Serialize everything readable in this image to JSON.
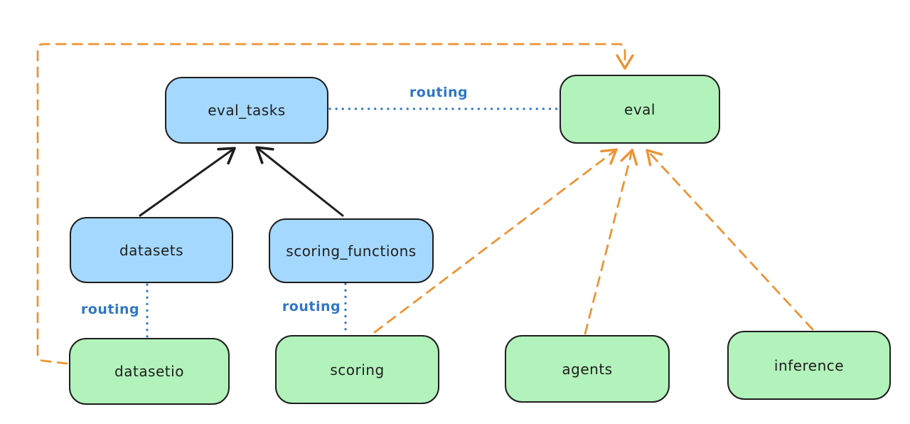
{
  "diagram": {
    "kind": "architecture-diagram",
    "nodes": {
      "eval_tasks": {
        "label": "eval_tasks",
        "color": "blue"
      },
      "eval": {
        "label": "eval",
        "color": "green"
      },
      "datasets": {
        "label": "datasets",
        "color": "blue"
      },
      "scoring_functions": {
        "label": "scoring_functions",
        "color": "blue"
      },
      "datasetio": {
        "label": "datasetio",
        "color": "green"
      },
      "scoring": {
        "label": "scoring",
        "color": "green"
      },
      "agents": {
        "label": "agents",
        "color": "green"
      },
      "inference": {
        "label": "inference",
        "color": "green"
      }
    },
    "edge_labels": {
      "routing_top": "routing",
      "routing_left": "routing",
      "routing_middle": "routing"
    },
    "edges": [
      {
        "from": "datasets",
        "to": "eval_tasks",
        "style": "solid",
        "color": "black",
        "arrow": true
      },
      {
        "from": "scoring_functions",
        "to": "eval_tasks",
        "style": "solid",
        "color": "black",
        "arrow": true
      },
      {
        "from": "eval_tasks",
        "to": "eval",
        "style": "dotted",
        "color": "blue",
        "arrow": false,
        "label": "routing"
      },
      {
        "from": "datasets",
        "to": "datasetio",
        "style": "dotted",
        "color": "blue",
        "arrow": false,
        "label": "routing"
      },
      {
        "from": "scoring_functions",
        "to": "scoring",
        "style": "dotted",
        "color": "blue",
        "arrow": false,
        "label": "routing"
      },
      {
        "from": "datasetio",
        "to": "eval",
        "style": "dashed",
        "color": "orange",
        "arrow": true
      },
      {
        "from": "scoring",
        "to": "eval",
        "style": "dashed",
        "color": "orange",
        "arrow": true
      },
      {
        "from": "agents",
        "to": "eval",
        "style": "dashed",
        "color": "orange",
        "arrow": true
      },
      {
        "from": "inference",
        "to": "eval",
        "style": "dashed",
        "color": "orange",
        "arrow": true
      }
    ],
    "colors": {
      "blue_node_fill": "#a5d8ff",
      "green_node_fill": "#b2f2bb",
      "node_stroke": "#1e1e1e",
      "orange_connector": "#ec9434",
      "blue_connector": "#2f77c5",
      "black_connector": "#1e1e1e",
      "background": "#ffffff"
    }
  }
}
